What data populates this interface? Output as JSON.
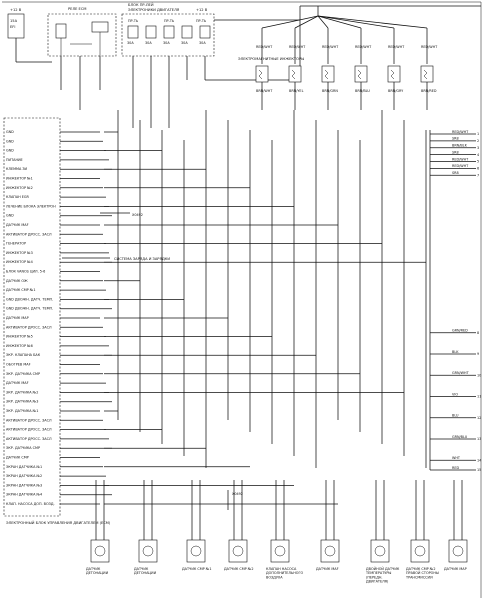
{
  "top": {
    "fuse_block_voltage": "+12 B",
    "fuse_block_fuse": "15A",
    "fuse_block_ref": "EFI",
    "relay_title": "РЕЛЕ EСМ",
    "block_title_1": "БЛОК ПР-ЛЕЙ",
    "block_title_2": "ЭЛЕКТРОНИКИ ДВИГАТЕЛЯ",
    "block_voltage": "+12 B",
    "fuse_1": "30A",
    "fuse_2": "30A",
    "fuse_3": "30A",
    "fuse_4": "30A",
    "fuse_5": "30A",
    "fuse_label": "ПР-ТЬ"
  },
  "ecu_pins": [
    "GND",
    "GND",
    "GND",
    "ПИТАНИЕ",
    "КЛЕММА ЗИ",
    "ИНЖЕКТОР №1",
    "ИНЖЕКТОР №2",
    "КЛАПАН EGR",
    "ЛЕЧЕНИЕ БЛОКА ЭЛЕКТРОН",
    "GND",
    "ДАТЧИК MAF",
    "АКТИВАТОР ДРОСС. ЗАСЛ",
    "ГЕНЕРАТОР",
    "ИНЖЕКТОР №3",
    "ИНЖЕКТОР №4",
    "БЛОК VANOS ЦИЛ. 5-6",
    "ДАТЧИК ОЖ",
    "ДАТЧИК СМР №1",
    "GND ДВОЖН. ДАТЧ. ТЕМП.",
    "GND ДВОЖН. ДАТЧ. ТЕМП.",
    "ДАТЧИК MAP",
    "АКТИВАТОР ДРОСС. ЗАСЛ",
    "ИНЖЕКТОР №5",
    "ИНЖЕКТОР №6",
    "ЭКР. КЛАПАНА БАК",
    "ОБОГРЕВ MAF",
    "ЭКР. ДАТЧИКА СМР",
    "ДАТЧИК MAF",
    "ЭКР. ДАТЧИКА №2",
    "ЭКР. ДАТЧИКА №3",
    "ЭКР. ДАТЧИКА №1",
    "АКТИВАТОР ДРОСС. ЗАСЛ",
    "АКТИВАТОР ДРОСС. ЗАСЛ",
    "АКТИВАТОР ДРОСС. ЗАСЛ",
    "ЭКР. ДАТЧИКА СМР",
    "ДАТЧИК СМР",
    "ЭКРАН ДАТЧИКА №1",
    "ЭКРАН ДАТЧИКА №2",
    "ЭКРАН ДАТЧИКА №3",
    "ЭКРАН ДАТЧИКА №4",
    "КЛАП. НАСОСА ДОП. ВОЗД."
  ],
  "ecu_footer": "ЭЛЕКТРОННЫЙ БЛОК УПРАВЛЕНИЯ ДВИГАТЕЛЕМ (ECM)",
  "injectors_title": "ЭЛЕКТРОМАГНИТНЫЕ ИНЖЕКТОРЫ",
  "injector_colors_top": [
    "RED/WHT",
    "RED/WHT",
    "RED/WHT",
    "RED/WHT",
    "RED/WHT",
    "RED/WHT"
  ],
  "injector_colors_bot": [
    "BRN/WHT",
    "BRN/YEL",
    "BRN/GRN",
    "BRN/BLU",
    "BRN/GRY",
    "BRN/RED"
  ],
  "connector_refs": [
    "1",
    "2",
    "3",
    "4",
    "5",
    "6",
    "7",
    "8",
    "9",
    "10",
    "11",
    "12",
    "13",
    "14",
    "15"
  ],
  "side_wires": [
    "RED/WHT",
    "SR8",
    "BRN/BLK",
    "SR8",
    "RED/WHT",
    "RED/WHT",
    "SR8",
    "GRN/RED",
    "BLK",
    "GRN/WHT",
    "VIO",
    "BLU",
    "GRN/BLU",
    "WHT",
    "RED"
  ],
  "charging_note": "СИСТЕМА ЗАРЯДА И ЗАРЯДКИ",
  "bottom_sensors": [
    "ДАТЧИК ДЕТОНАЦИИ",
    "ДАТЧИК ДЕТОНАЦИИ",
    "ДАТЧИК СМР №1",
    "ДАТЧИК СМР №2",
    "КЛАПАН НАСОСА ДОПОЛНИТЕЛЬНОГО ВОЗДУХА",
    "ДАТЧИК MAF",
    "ДВОЙНОЙ ДАТЧИК ТЕМПЕРАТУРЫ (ПЕРЕДН. ДВИГАТЕЛЯ)",
    "ДАТЧИК СМР №2 ПРАВОЙ СТОРОНЫ ТРАНСМИССИИ",
    "ДАТЧИК MAP"
  ],
  "ground_ref": "X0492"
}
